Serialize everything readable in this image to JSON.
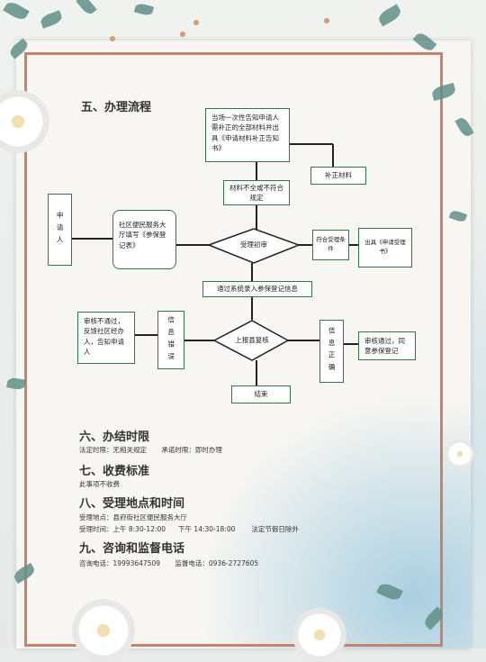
{
  "s5": {
    "heading": "五、办理流程",
    "inform_box": "当场一次性告知申请人需补正的全部材料并出具《申请材料补正告知书》",
    "supplement": "补正材料",
    "incomplete": "材料不全或不符合规定",
    "applicant": "申请人",
    "community_fill": "社区便民服务大厅填写《参保登记表》",
    "initial_review": "受理初审",
    "accepted": "符合受理条件",
    "issue_notice": "出具《申请受理书》",
    "system_entry": "通过系统录入参保登记信息",
    "reject_box": "审核不通过，反馈社区经办人，告知申请人",
    "info_error": "信息错误",
    "county_review": "上报县复核",
    "info_correct": "信息正确",
    "approve_box": "审核通过，同意参保登记",
    "end": "结束"
  },
  "s6": {
    "heading": "六、办结时限",
    "legal": "法定时限：无相关规定",
    "promise": "承诺时限：即时办理"
  },
  "s7": {
    "heading": "七、收费标准",
    "fee": "此事项不收费"
  },
  "s8": {
    "heading": "八、受理地点和时间",
    "location": "受理地点：县府街社区便民服务大厅",
    "time_label": "受理时间：",
    "am": "上午 8:30-12:00",
    "pm": "下午 14:30-18:00",
    "holiday": "法定节假日除外"
  },
  "s9": {
    "heading": "九、咨询和监督电话",
    "consult": "咨询电话：19993647509",
    "supervise": "监督电话：0936-2727605"
  },
  "colors": {
    "box_border": "#2f7a44",
    "frame": "#c8826a",
    "leaf": "#5f8f87"
  }
}
